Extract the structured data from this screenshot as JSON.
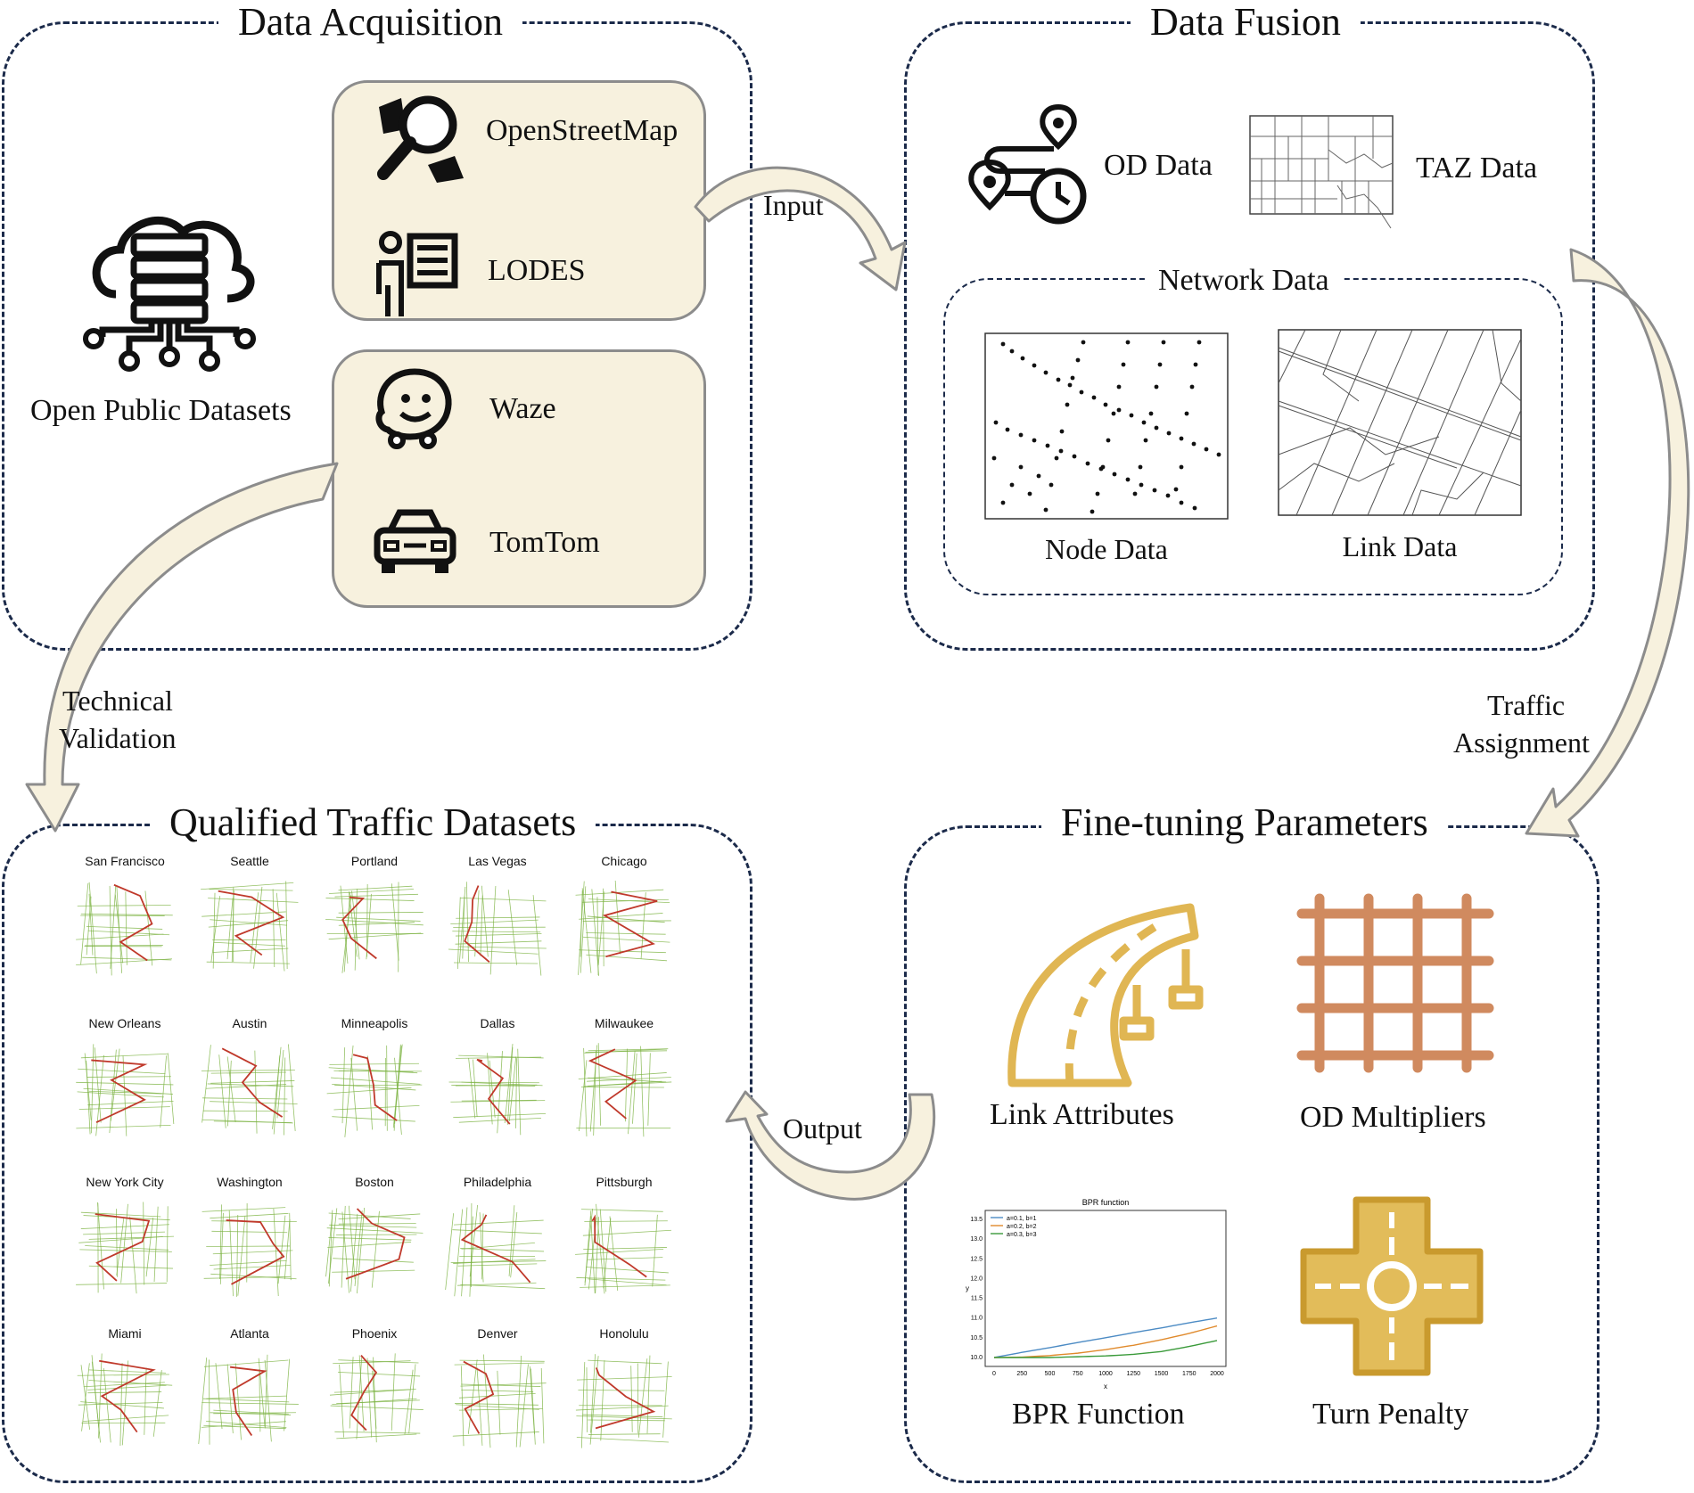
{
  "panels": {
    "acquisition": {
      "title": "Data Acquisition"
    },
    "fusion": {
      "title": "Data Fusion"
    },
    "qualified": {
      "title": "Qualified Traffic Datasets"
    },
    "finetuning": {
      "title": "Fine-tuning Parameters"
    }
  },
  "acquisition": {
    "open_public": "Open Public Datasets",
    "sources": [
      "OpenStreetMap",
      "LODES",
      "Waze",
      "TomTom"
    ]
  },
  "fusion": {
    "od_data": "OD Data",
    "taz_data": "TAZ Data",
    "network_title": "Network Data",
    "node_data": "Node Data",
    "link_data": "Link Data"
  },
  "arrows": {
    "input": "Input",
    "technical_validation": [
      "Technical",
      "Validation"
    ],
    "traffic_assignment": [
      "Traffic",
      "Assignment"
    ],
    "output": "Output"
  },
  "finetuning": {
    "link_attributes": "Link Attributes",
    "od_multipliers": "OD Multipliers",
    "bpr_function": "BPR Function",
    "turn_penalty": "Turn Penalty"
  },
  "cities": [
    "San Francisco",
    "Seattle",
    "Portland",
    "Las Vegas",
    "Chicago",
    "New Orleans",
    "Austin",
    "Minneapolis",
    "Dallas",
    "Milwaukee",
    "New York City",
    "Washington",
    "Boston",
    "Philadelphia",
    "Pittsburgh",
    "Miami",
    "Atlanta",
    "Phoenix",
    "Denver",
    "Honolulu"
  ],
  "colors": {
    "panel_border": "#1b2a4a",
    "source_box_fill": "#f7f1de",
    "arrow_fill": "#f7f1de",
    "arrow_stroke": "#8c8c8c",
    "road_attr": "#e0b653",
    "od_multiplier": "#d08a5f",
    "turn_penalty": "#d9ad47",
    "congestion_red": "#c0392b",
    "congestion_green": "#7cb342"
  },
  "chart_data": {
    "type": "line",
    "title": "BPR function",
    "xlabel": "x",
    "ylabel": "y",
    "xlim": [
      0,
      2000
    ],
    "ylim": [
      10.0,
      13.5
    ],
    "x_ticks": [
      "0",
      "250",
      "500",
      "750",
      "1000",
      "1250",
      "1500",
      "1750",
      "2000"
    ],
    "y_ticks": [
      "10.0",
      "10.5",
      "11.0",
      "11.5",
      "12.0",
      "12.5",
      "13.0",
      "13.5"
    ],
    "x": [
      0,
      250,
      500,
      750,
      1000,
      1250,
      1500,
      1750,
      2000
    ],
    "series": [
      {
        "name": "a=0.1, b=1",
        "color": "#4c8bc4",
        "values": [
          10.0,
          10.13,
          10.25,
          10.38,
          10.5,
          10.63,
          10.75,
          10.88,
          11.0
        ]
      },
      {
        "name": "a=0.2, b=2",
        "color": "#e08a2c",
        "values": [
          10.0,
          10.01,
          10.05,
          10.11,
          10.2,
          10.31,
          10.45,
          10.61,
          10.8
        ]
      },
      {
        "name": "a=0.3, b=3",
        "color": "#3a9a3a",
        "values": [
          10.0,
          10.0,
          10.0,
          10.02,
          10.04,
          10.08,
          10.15,
          10.28,
          10.43
        ]
      }
    ],
    "legend": "top-left"
  }
}
